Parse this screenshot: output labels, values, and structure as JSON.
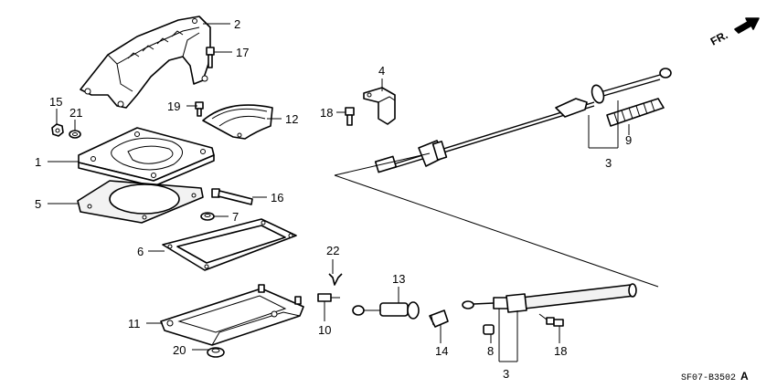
{
  "labels": {
    "p1": "1",
    "p2": "2",
    "p3a": "3",
    "p3b": "3",
    "p4": "4",
    "p5": "5",
    "p6": "6",
    "p7": "7",
    "p8": "8",
    "p9": "9",
    "p10": "10",
    "p11": "11",
    "p12": "12",
    "p13": "13",
    "p14": "14",
    "p15": "15",
    "p16": "16",
    "p17": "17",
    "p18a": "18",
    "p18b": "18",
    "p19": "19",
    "p20": "20",
    "p21": "21",
    "p22": "22"
  },
  "direction": "FR.",
  "diagram_code": "SF07-B3502",
  "diagram_code_suffix": "A"
}
